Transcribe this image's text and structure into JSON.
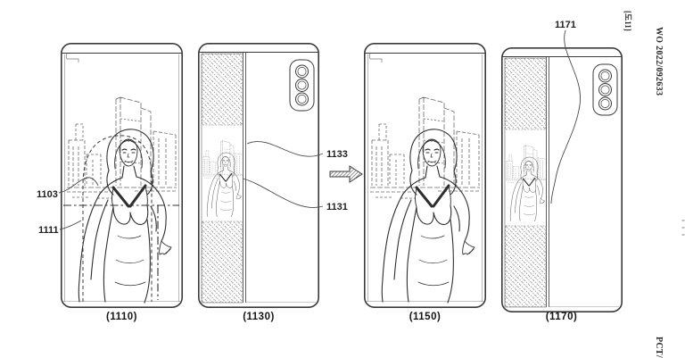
{
  "page": {
    "background_color": "#ffffff",
    "figure_tag": "[도11]",
    "publication_number": "WO 2022/092633",
    "pct_reference": "PCT/"
  },
  "panels": [
    {
      "caption": "(1110)"
    },
    {
      "caption": "(1130)"
    },
    {
      "caption": "(1150)"
    },
    {
      "caption": "(1170)"
    }
  ],
  "reference_labels": [
    {
      "number": "1103"
    },
    {
      "number": "1111"
    },
    {
      "number": "1133"
    },
    {
      "number": "1131"
    },
    {
      "number": "1171"
    }
  ],
  "colors": {
    "line": "#3a3a3a",
    "sketch": "#5f5f5f",
    "hatch": "#8f8f8f"
  }
}
